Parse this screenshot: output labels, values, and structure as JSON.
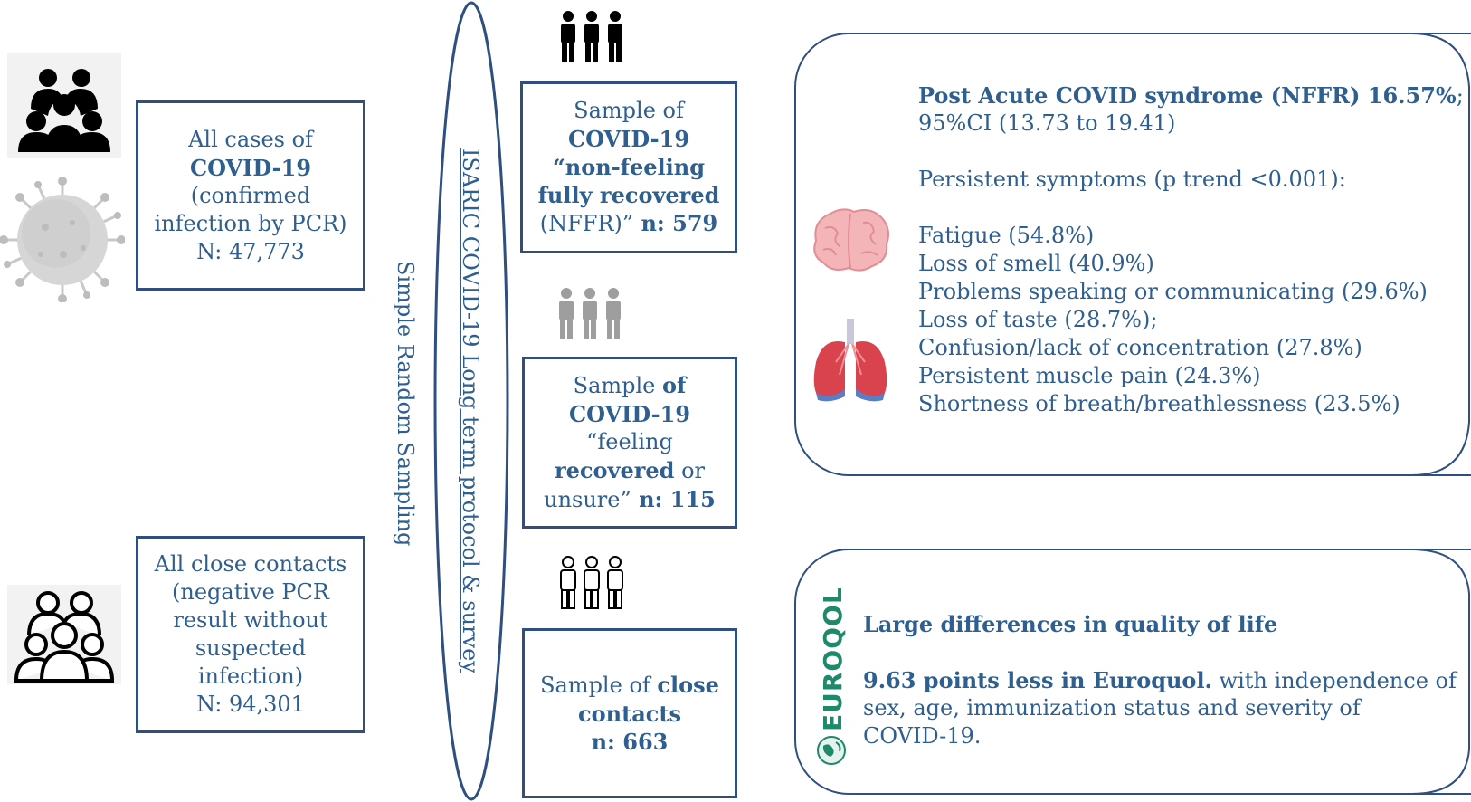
{
  "cases_box": {
    "line1": "All cases of",
    "line2": "COVID-19",
    "line3": "(confirmed",
    "line4": "infection by PCR)",
    "line5": "N: 47,773"
  },
  "contacts_box": {
    "line1": "All close contacts",
    "line2": "(negative PCR",
    "line3": "result without",
    "line4": "suspected",
    "line5": "infection)",
    "line6": "N: 94,301"
  },
  "sampling_label": "Simple Random Sampling",
  "protocol_label": "ISARIC COVID-19 Long term protocol & survey",
  "nffr_box": {
    "line1": "Sample of",
    "line2": "COVID-19",
    "line3": "“non-feeling",
    "line4": "fully recovered",
    "line5a": "(NFFR)”",
    "line5b": " n: 579"
  },
  "recovered_box": {
    "line1a": "Sample ",
    "line1b": "of",
    "line2": "COVID-19",
    "line3": "“feeling",
    "line4a": "recovered",
    "line4b": " or",
    "line5a": "unsure”",
    "line5b": " n: 115"
  },
  "contacts_sample_box": {
    "line1a": "Sample of ",
    "line1b": "close",
    "line2": "contacts",
    "line3": "n: 663"
  },
  "results_panel": {
    "headline_bold": "Post Acute COVID syndrome (NFFR) 16.57%",
    "headline_rest": ";",
    "ci": "95%CI (13.73 to 19.41)",
    "persistent_title": "Persistent symptoms (p trend <0.001):",
    "symptoms": [
      "Fatigue (54.8%)",
      "Loss of smell (40.9%)",
      "Problems speaking or communicating (29.6%)",
      "Loss of taste (28.7%);",
      "Confusion/lack of concentration (27.8%)",
      "Persistent muscle pain (24.3%)",
      "Shortness of breath/breathlessness (23.5%)"
    ]
  },
  "quality_panel": {
    "brand": "EUROQOL",
    "title": "Large differences in quality of life",
    "line1_bold": "9.63 points less in Euroquol.",
    "line1_rest": " with independence of",
    "line2": "sex, age, immunization status and severity of",
    "line3": "COVID-19."
  },
  "colors": {
    "text": "#2f5f8f",
    "border": "#2e4f7f",
    "euroqol_green": "#1e8a6a"
  }
}
